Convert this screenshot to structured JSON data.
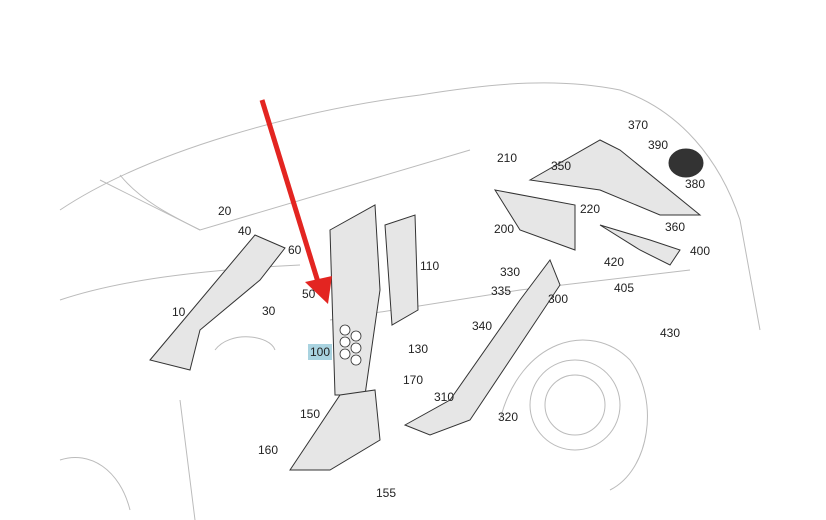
{
  "diagram": {
    "title": "Interior pillar trim parts diagram",
    "highlight_color": "#a9d3e0",
    "arrow_color": "#e32521",
    "highlighted_part": "100",
    "part_labels": [
      {
        "id": "370",
        "name": "part-370"
      },
      {
        "id": "390",
        "name": "part-390"
      },
      {
        "id": "210",
        "name": "part-210"
      },
      {
        "id": "350",
        "name": "part-350"
      },
      {
        "id": "380",
        "name": "part-380"
      },
      {
        "id": "20",
        "name": "part-20"
      },
      {
        "id": "40",
        "name": "part-40"
      },
      {
        "id": "220",
        "name": "part-220"
      },
      {
        "id": "360",
        "name": "part-360"
      },
      {
        "id": "200",
        "name": "part-200"
      },
      {
        "id": "400",
        "name": "part-400"
      },
      {
        "id": "60",
        "name": "part-60"
      },
      {
        "id": "110",
        "name": "part-110"
      },
      {
        "id": "420",
        "name": "part-420"
      },
      {
        "id": "330",
        "name": "part-330"
      },
      {
        "id": "50",
        "name": "part-50"
      },
      {
        "id": "335",
        "name": "part-335"
      },
      {
        "id": "300",
        "name": "part-300"
      },
      {
        "id": "405",
        "name": "part-405"
      },
      {
        "id": "10",
        "name": "part-10"
      },
      {
        "id": "30",
        "name": "part-30"
      },
      {
        "id": "340",
        "name": "part-340"
      },
      {
        "id": "430",
        "name": "part-430"
      },
      {
        "id": "100",
        "name": "part-100"
      },
      {
        "id": "130",
        "name": "part-130"
      },
      {
        "id": "170",
        "name": "part-170"
      },
      {
        "id": "310",
        "name": "part-310"
      },
      {
        "id": "150",
        "name": "part-150"
      },
      {
        "id": "320",
        "name": "part-320"
      },
      {
        "id": "160",
        "name": "part-160"
      },
      {
        "id": "155",
        "name": "part-155"
      }
    ]
  }
}
